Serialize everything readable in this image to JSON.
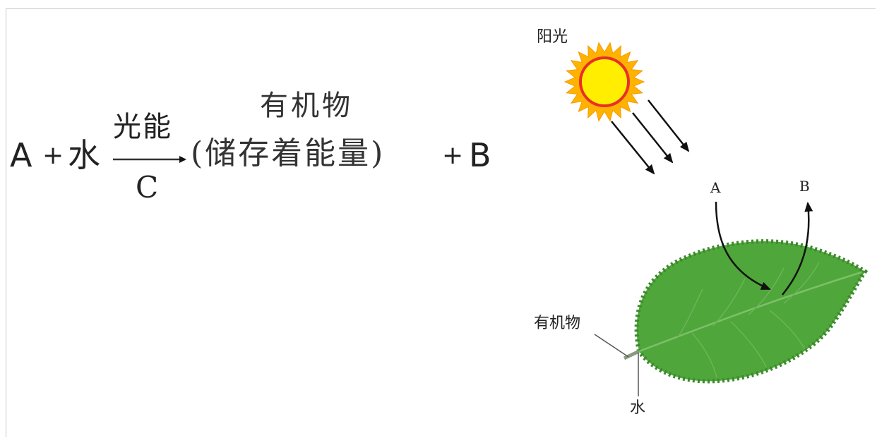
{
  "equation": {
    "reactant_a": "A",
    "plus_1": "+",
    "reactant_water": "水",
    "arrow_top": "光能",
    "arrow_bottom": "C",
    "product_top": "有机物",
    "product_paren": "(储存着能量)",
    "plus_2": "+",
    "product_b": "B"
  },
  "illustration": {
    "sun_label": "阳光",
    "gas_in_label": "A",
    "gas_out_label": "B",
    "organic_label": "有机物",
    "water_label": "水"
  },
  "colors": {
    "sun_core": "#ffee00",
    "sun_ring": "#e8302a",
    "sun_rays": "#ffb300",
    "leaf": "#4fa63a",
    "leaf_dark": "#3c8a2c"
  }
}
